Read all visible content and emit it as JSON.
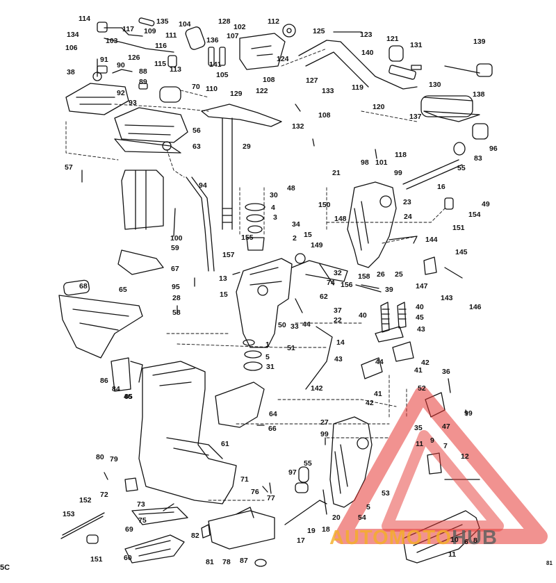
{
  "colors": {
    "ink": "#111111",
    "watermark_red": "#e53935",
    "watermark_orange": "#f3af28",
    "watermark_gray": "#5f5f5f"
  },
  "watermark": {
    "part1": "AUTOMOTO",
    "part2": "HUB"
  },
  "diagram_code_left": "5C",
  "diagram_code_right": "81",
  "callouts": [
    {
      "n": "114"
    },
    {
      "n": "135"
    },
    {
      "n": "128"
    },
    {
      "n": "102"
    },
    {
      "n": "112"
    },
    {
      "n": "134"
    },
    {
      "n": "117"
    },
    {
      "n": "109"
    },
    {
      "n": "104"
    },
    {
      "n": "111"
    },
    {
      "n": "103"
    },
    {
      "n": "116"
    },
    {
      "n": "107"
    },
    {
      "n": "125"
    },
    {
      "n": "123"
    },
    {
      "n": "106"
    },
    {
      "n": "126"
    },
    {
      "n": "136"
    },
    {
      "n": "124"
    },
    {
      "n": "121"
    },
    {
      "n": "131"
    },
    {
      "n": "139"
    },
    {
      "n": "140"
    },
    {
      "n": "91"
    },
    {
      "n": "90"
    },
    {
      "n": "115"
    },
    {
      "n": "113"
    },
    {
      "n": "105"
    },
    {
      "n": "141"
    },
    {
      "n": "38"
    },
    {
      "n": "88"
    },
    {
      "n": "89"
    },
    {
      "n": "70"
    },
    {
      "n": "110"
    },
    {
      "n": "129"
    },
    {
      "n": "122"
    },
    {
      "n": "108"
    },
    {
      "n": "127"
    },
    {
      "n": "133"
    },
    {
      "n": "119"
    },
    {
      "n": "130"
    },
    {
      "n": "92"
    },
    {
      "n": "93"
    },
    {
      "n": "138"
    },
    {
      "n": "120"
    },
    {
      "n": "137"
    },
    {
      "n": "132"
    },
    {
      "n": "108"
    },
    {
      "n": "56"
    },
    {
      "n": "63"
    },
    {
      "n": "29"
    },
    {
      "n": "118"
    },
    {
      "n": "98"
    },
    {
      "n": "101"
    },
    {
      "n": "21"
    },
    {
      "n": "83"
    },
    {
      "n": "96"
    },
    {
      "n": "55"
    },
    {
      "n": "57"
    },
    {
      "n": "94"
    },
    {
      "n": "99"
    },
    {
      "n": "16"
    },
    {
      "n": "30"
    },
    {
      "n": "4"
    },
    {
      "n": "3"
    },
    {
      "n": "48"
    },
    {
      "n": "23"
    },
    {
      "n": "49"
    },
    {
      "n": "150"
    },
    {
      "n": "154"
    },
    {
      "n": "100"
    },
    {
      "n": "34"
    },
    {
      "n": "148"
    },
    {
      "n": "24"
    },
    {
      "n": "151"
    },
    {
      "n": "155"
    },
    {
      "n": "59"
    },
    {
      "n": "2"
    },
    {
      "n": "15"
    },
    {
      "n": "149"
    },
    {
      "n": "144"
    },
    {
      "n": "157"
    },
    {
      "n": "67"
    },
    {
      "n": "145"
    },
    {
      "n": "13"
    },
    {
      "n": "32"
    },
    {
      "n": "26"
    },
    {
      "n": "25"
    },
    {
      "n": "147"
    },
    {
      "n": "158"
    },
    {
      "n": "143"
    },
    {
      "n": "68"
    },
    {
      "n": "65"
    },
    {
      "n": "95"
    },
    {
      "n": "74"
    },
    {
      "n": "156"
    },
    {
      "n": "146"
    },
    {
      "n": "62"
    },
    {
      "n": "39"
    },
    {
      "n": "15"
    },
    {
      "n": "28"
    },
    {
      "n": "37"
    },
    {
      "n": "40"
    },
    {
      "n": "58"
    },
    {
      "n": "40"
    },
    {
      "n": "22"
    },
    {
      "n": "45"
    },
    {
      "n": "33"
    },
    {
      "n": "44"
    },
    {
      "n": "50"
    },
    {
      "n": "43"
    },
    {
      "n": "14"
    },
    {
      "n": "1"
    },
    {
      "n": "51"
    },
    {
      "n": "5"
    },
    {
      "n": "31"
    },
    {
      "n": "43"
    },
    {
      "n": "42"
    },
    {
      "n": "44"
    },
    {
      "n": "41"
    },
    {
      "n": "86"
    },
    {
      "n": "84"
    },
    {
      "n": "46"
    },
    {
      "n": "36"
    },
    {
      "n": "85"
    },
    {
      "n": "142"
    },
    {
      "n": "41"
    },
    {
      "n": "42"
    },
    {
      "n": "52"
    },
    {
      "n": "99"
    },
    {
      "n": "64"
    },
    {
      "n": "66"
    },
    {
      "n": "27"
    },
    {
      "n": "35"
    },
    {
      "n": "47"
    },
    {
      "n": "61"
    },
    {
      "n": "99"
    },
    {
      "n": "11"
    },
    {
      "n": "9"
    },
    {
      "n": "7"
    },
    {
      "n": "12"
    },
    {
      "n": "80"
    },
    {
      "n": "79"
    },
    {
      "n": "97"
    },
    {
      "n": "55"
    },
    {
      "n": "71"
    },
    {
      "n": "76"
    },
    {
      "n": "77"
    },
    {
      "n": "72"
    },
    {
      "n": "53"
    },
    {
      "n": "152"
    },
    {
      "n": "73"
    },
    {
      "n": "5"
    },
    {
      "n": "20"
    },
    {
      "n": "153"
    },
    {
      "n": "75"
    },
    {
      "n": "54"
    },
    {
      "n": "69"
    },
    {
      "n": "18"
    },
    {
      "n": "19"
    },
    {
      "n": "82"
    },
    {
      "n": "17"
    },
    {
      "n": "151"
    },
    {
      "n": "60"
    },
    {
      "n": "81"
    },
    {
      "n": "78"
    },
    {
      "n": "87"
    },
    {
      "n": "10"
    },
    {
      "n": "6"
    },
    {
      "n": "8"
    },
    {
      "n": "11"
    }
  ]
}
